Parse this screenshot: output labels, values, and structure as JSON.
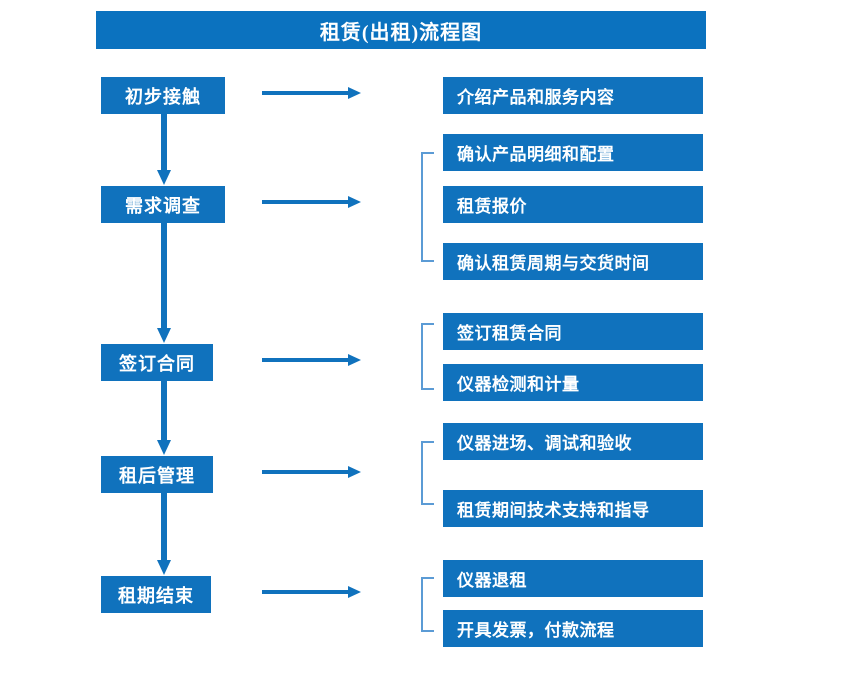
{
  "chart_data": {
    "type": "diagram",
    "title": "租赁(出租)流程图",
    "diagram_kind": "flowchart",
    "orientation": "vertical-with-side-details"
  },
  "title": "租赁(出租)流程图",
  "theme": {
    "box_blue": "#1072bd",
    "title_blue": "#0b72bf",
    "arrow_blue": "#1072bd",
    "bracket_blue": "#5b9bd5",
    "text_color": "#ffffff",
    "background": "#ffffff"
  },
  "stages": [
    {
      "id": "stage-1",
      "label": "初步接触"
    },
    {
      "id": "stage-2",
      "label": "需求调查"
    },
    {
      "id": "stage-3",
      "label": "签订合同"
    },
    {
      "id": "stage-4",
      "label": "租后管理"
    },
    {
      "id": "stage-5",
      "label": "租期结束"
    }
  ],
  "groups": [
    {
      "id": "group-1",
      "stage": "初步接触",
      "bracketed": false,
      "details": [
        "介绍产品和服务内容"
      ]
    },
    {
      "id": "group-2",
      "stage": "需求调查",
      "bracketed": true,
      "details": [
        "确认产品明细和配置",
        "租赁报价",
        "确认租赁周期与交货时间"
      ]
    },
    {
      "id": "group-3",
      "stage": "签订合同",
      "bracketed": true,
      "details": [
        "签订租赁合同",
        "仪器检测和计量"
      ]
    },
    {
      "id": "group-4",
      "stage": "租后管理",
      "bracketed": true,
      "details": [
        "仪器进场、调试和验收",
        "租赁期间技术支持和指导"
      ]
    },
    {
      "id": "group-5",
      "stage": "租期结束",
      "bracketed": true,
      "details": [
        "仪器退租",
        "开具发票，付款流程"
      ]
    }
  ],
  "details_flat": [
    "介绍产品和服务内容",
    "确认产品明细和配置",
    "租赁报价",
    "确认租赁周期与交货时间",
    "签订租赁合同",
    "仪器检测和计量",
    "仪器进场、调试和验收",
    "租赁期间技术支持和指导",
    "仪器退租",
    "开具发票，付款流程"
  ],
  "connectors": {
    "horizontal_arrow_count": 5,
    "vertical_arrow_count": 4,
    "bracket_count": 4
  }
}
